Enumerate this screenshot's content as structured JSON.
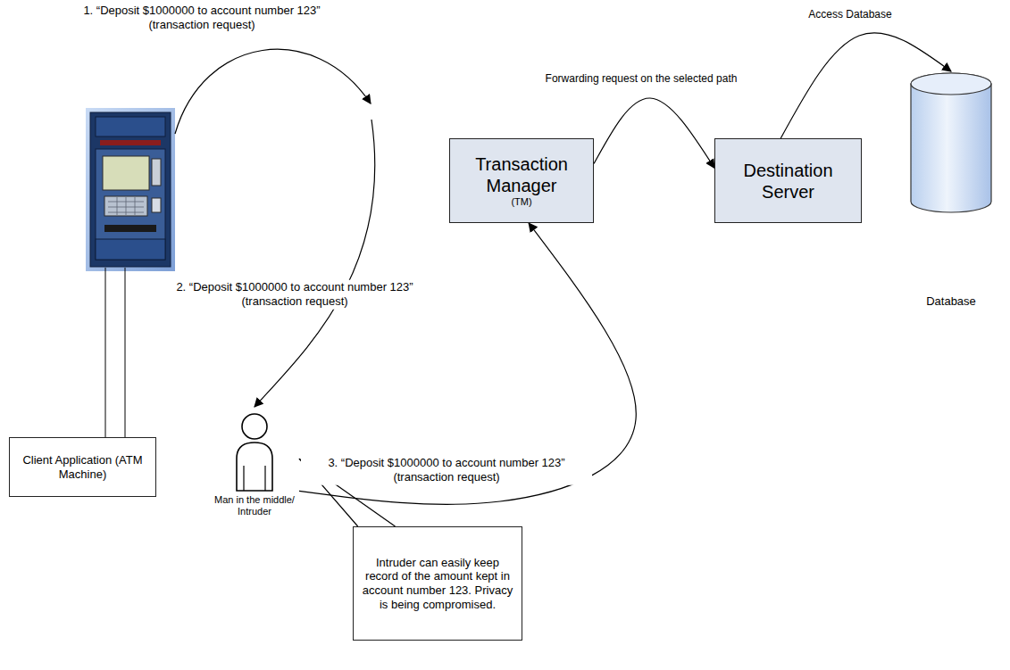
{
  "diagram": {
    "nodes": [
      {
        "text": [
          "Transaction Manager",
          "(TM)"
        ]
      },
      {
        "text": [
          "Destination Server"
        ]
      },
      {
        "text": [
          "Database"
        ]
      },
      {
        "text": [
          "Client Application (ATM Machine)"
        ]
      },
      {
        "text": [
          "Man in the middle/ Intruder"
        ]
      },
      {
        "text": [
          "Intruder can easily keep record of the amount kept in account number 123. Privacy is being compromised."
        ]
      }
    ],
    "edges": [
      {
        "from": 4,
        "to": 0,
        "arrow": "to",
        "label": "3. “Deposit $1000000 to account number 123” (transaction request)"
      },
      {
        "from": 0,
        "to": 1,
        "arrow": "to",
        "label": "Forwarding request on the selected path"
      },
      {
        "from": 1,
        "to": 2,
        "arrow": "to",
        "label": "Access Database"
      },
      {
        "from": 5,
        "to": 4,
        "arrow": "none"
      }
    ],
    "labels": [
      "1. “Deposit $1000000 to account number 123” (transaction request)",
      "2. “Deposit $1000000 to account number 123” (transaction request)"
    ]
  }
}
